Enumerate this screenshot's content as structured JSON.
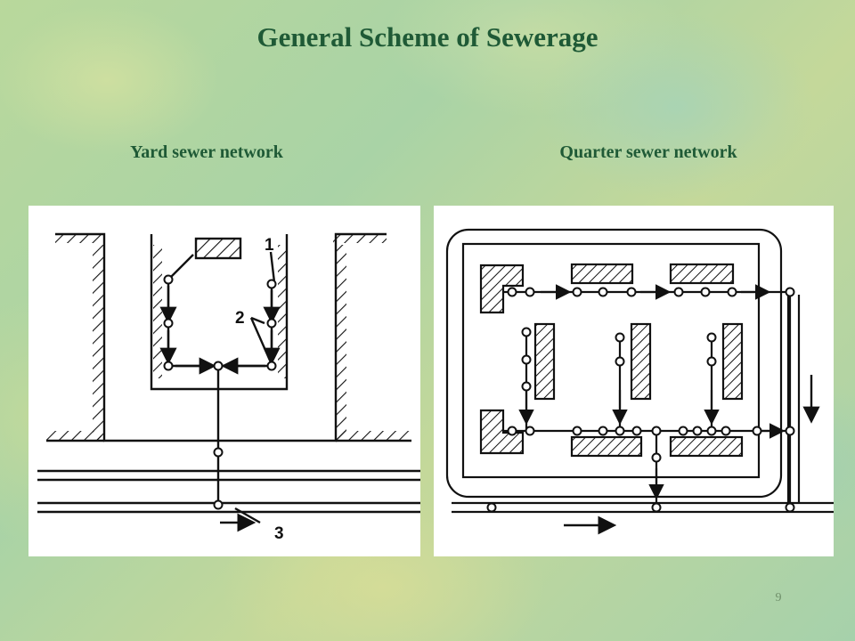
{
  "slide": {
    "title": "General Scheme of Sewerage",
    "page_number": "9"
  },
  "left_diagram": {
    "caption": "Yard sewer network",
    "callouts": [
      "1",
      "2",
      "3"
    ]
  },
  "right_diagram": {
    "caption": "Quarter sewer network"
  },
  "colors": {
    "title": "#1f5a36",
    "diagram_ink": "#111111",
    "panel_bg": "#ffffff"
  }
}
